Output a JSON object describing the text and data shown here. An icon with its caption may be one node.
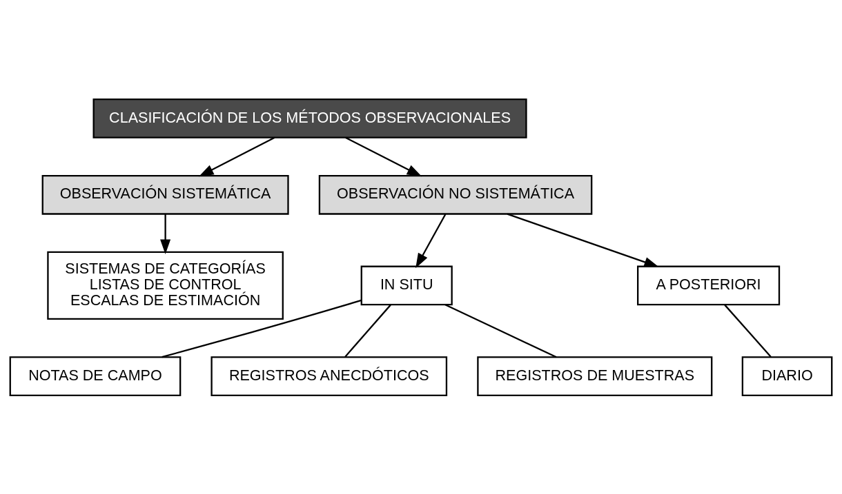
{
  "diagram": {
    "nodes": [
      {
        "text": [
          "CLASIFICACIÓN DE LOS MÉTODOS OBSERVACIONALES"
        ]
      },
      {
        "text": [
          "OBSERVACIÓN SISTEMÁTICA"
        ]
      },
      {
        "text": [
          "OBSERVACIÓN NO SISTEMÁTICA"
        ]
      },
      {
        "text": [
          "SISTEMAS DE CATEGORÍAS",
          "LISTAS DE CONTROL",
          "ESCALAS DE ESTIMACIÓN"
        ]
      },
      {
        "text": [
          "IN SITU"
        ]
      },
      {
        "text": [
          "A POSTERIORI"
        ]
      },
      {
        "text": [
          "NOTAS DE CAMPO"
        ]
      },
      {
        "text": [
          "REGISTROS ANECDÓTICOS"
        ]
      },
      {
        "text": [
          "REGISTROS DE MUESTRAS"
        ]
      },
      {
        "text": [
          "DIARIO"
        ]
      }
    ],
    "edges": [
      {
        "from": 0,
        "to": 1,
        "arrow": "to"
      },
      {
        "from": 0,
        "to": 2,
        "arrow": "to"
      },
      {
        "from": 1,
        "to": 3,
        "arrow": "to"
      },
      {
        "from": 2,
        "to": 4,
        "arrow": "to"
      },
      {
        "from": 2,
        "to": 5,
        "arrow": "to"
      },
      {
        "from": 4,
        "to": 6,
        "arrow": "none"
      },
      {
        "from": 4,
        "to": 7,
        "arrow": "none"
      },
      {
        "from": 4,
        "to": 8,
        "arrow": "none"
      },
      {
        "from": 5,
        "to": 9,
        "arrow": "none"
      }
    ]
  }
}
